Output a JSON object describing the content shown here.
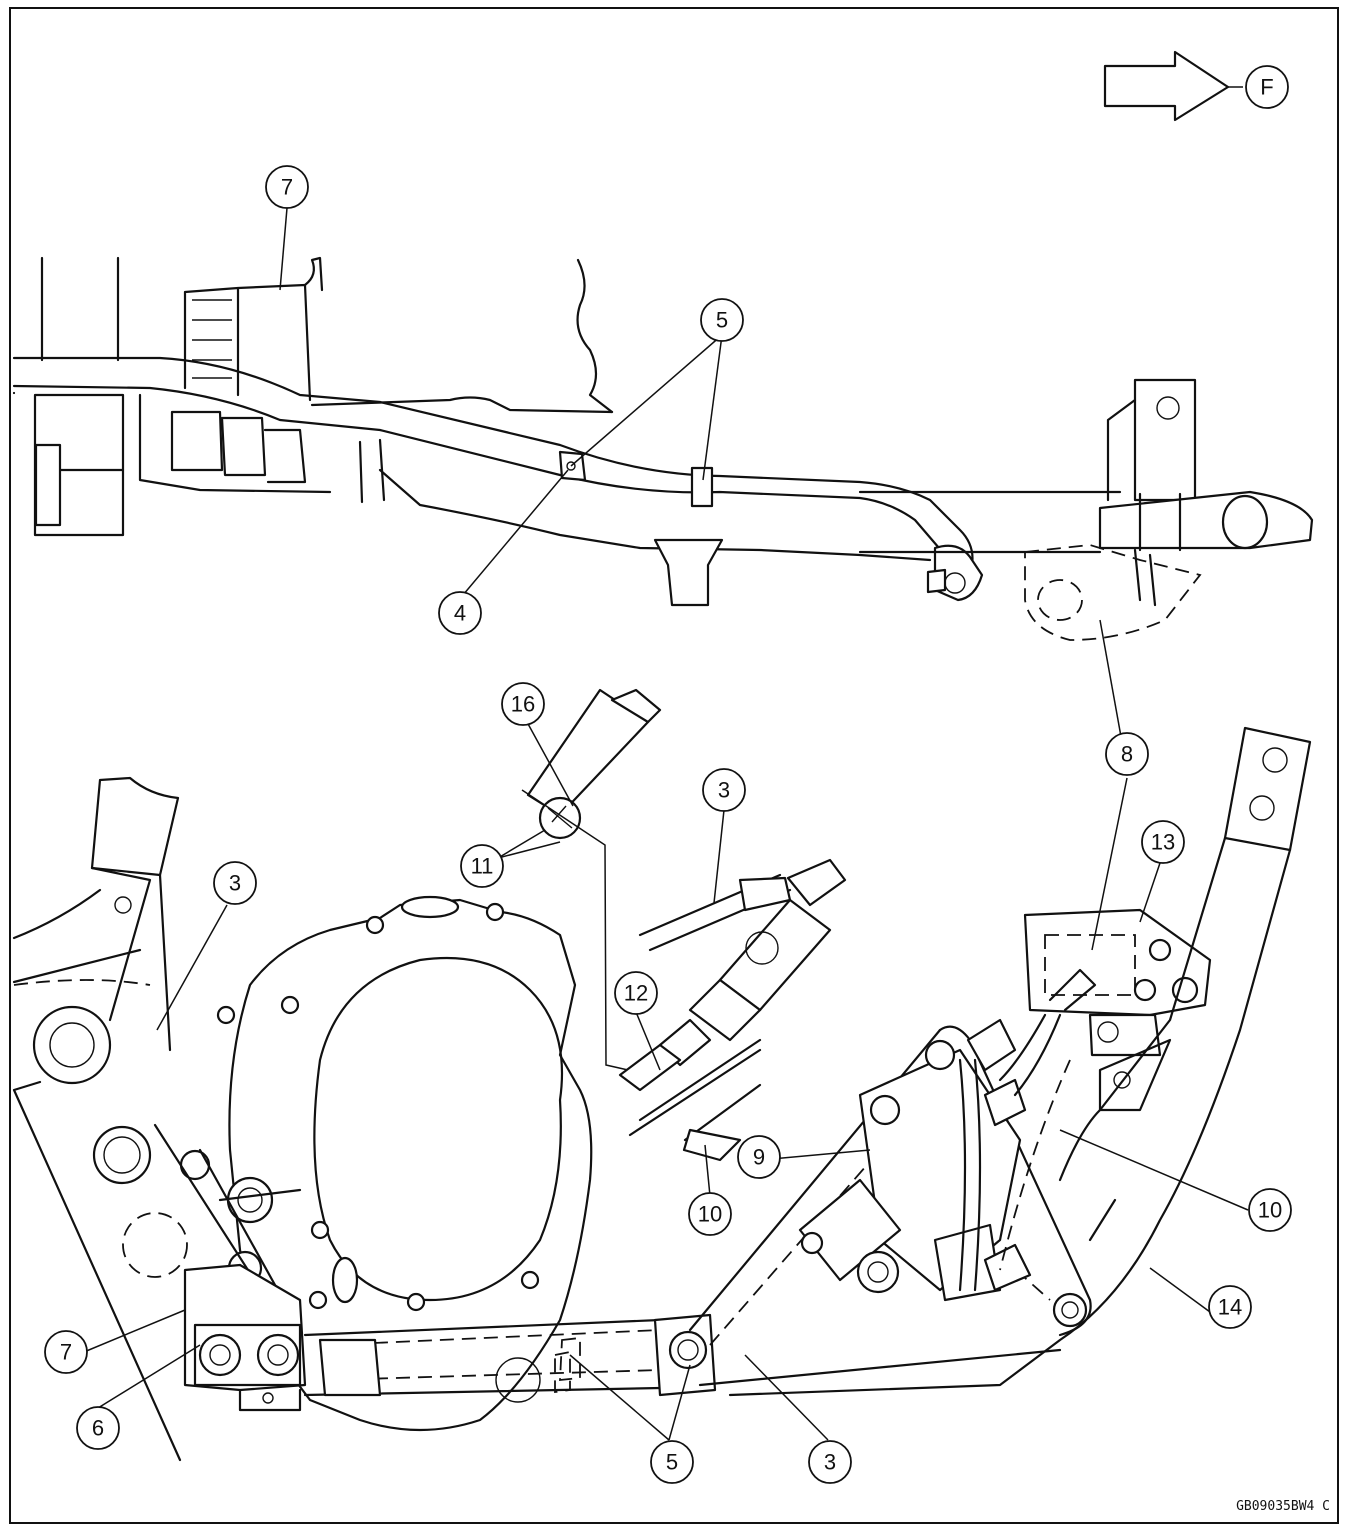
{
  "direction_marker": {
    "label": "F"
  },
  "figure_code": "GB09035BW4 C",
  "callouts": [
    {
      "id": "c7-top",
      "label": "7"
    },
    {
      "id": "c5-top",
      "label": "5"
    },
    {
      "id": "c4",
      "label": "4"
    },
    {
      "id": "c16",
      "label": "16"
    },
    {
      "id": "c3-mid",
      "label": "3"
    },
    {
      "id": "c8",
      "label": "8"
    },
    {
      "id": "c11",
      "label": "11"
    },
    {
      "id": "c13",
      "label": "13"
    },
    {
      "id": "c3-left",
      "label": "3"
    },
    {
      "id": "c12",
      "label": "12"
    },
    {
      "id": "c9",
      "label": "9"
    },
    {
      "id": "c10-mid",
      "label": "10"
    },
    {
      "id": "c10-right",
      "label": "10"
    },
    {
      "id": "c14",
      "label": "14"
    },
    {
      "id": "c7-bottom",
      "label": "7"
    },
    {
      "id": "c6",
      "label": "6"
    },
    {
      "id": "c5-bottom",
      "label": "5"
    },
    {
      "id": "c3-bottom",
      "label": "3"
    }
  ]
}
